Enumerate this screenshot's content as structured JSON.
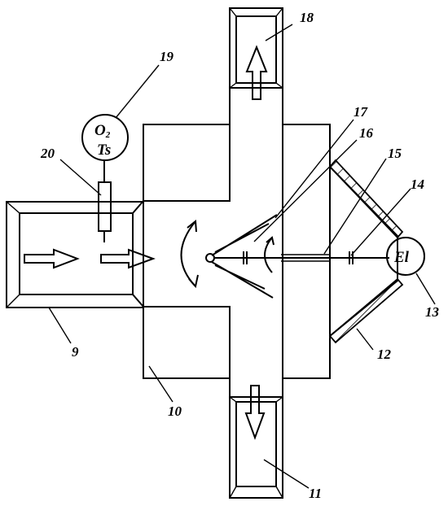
{
  "labels": {
    "n9": "9",
    "n10": "10",
    "n11": "11",
    "n12": "12",
    "n13": "13",
    "n14": "14",
    "n15": "15",
    "n16": "16",
    "n17": "17",
    "n18": "18",
    "n19": "19",
    "n20": "20"
  },
  "sensor": {
    "line1_main": "O",
    "line1_sub": "2",
    "line2": "Ts"
  },
  "motor": {
    "text": "El"
  }
}
